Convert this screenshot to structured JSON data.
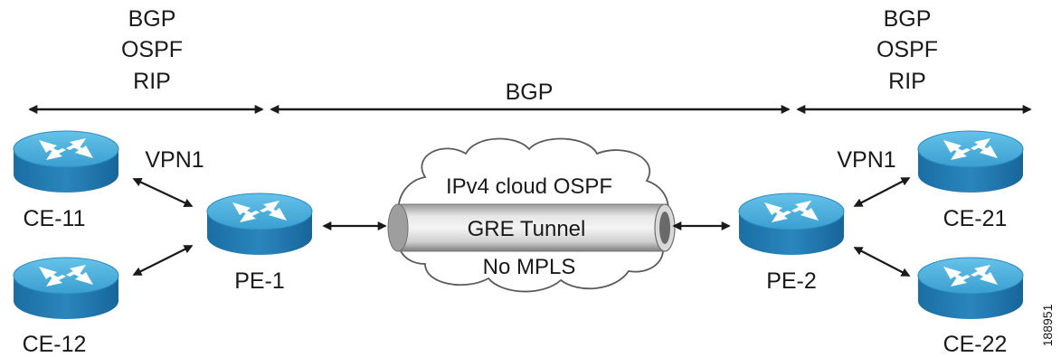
{
  "protocols": {
    "left": [
      "BGP",
      "OSPF",
      "RIP"
    ],
    "center": "BGP",
    "right": [
      "BGP",
      "OSPF",
      "RIP"
    ]
  },
  "vpn_labels": {
    "left": "VPN1",
    "right": "VPN1"
  },
  "routers": {
    "ce11": "CE-11",
    "ce12": "CE-12",
    "pe1": "PE-1",
    "pe2": "PE-2",
    "ce21": "CE-21",
    "ce22": "CE-22"
  },
  "cloud": {
    "title": "IPv4 cloud OSPF",
    "tunnel": "GRE Tunnel",
    "note": "No MPLS"
  },
  "figure_id": "188951",
  "colors": {
    "router_top": "#4fb1dc",
    "router_side": "#1e77ad",
    "tunnel_mid": "#e9e9e9",
    "tunnel_dark": "#8d8d8d",
    "line": "#1a1a1a"
  }
}
